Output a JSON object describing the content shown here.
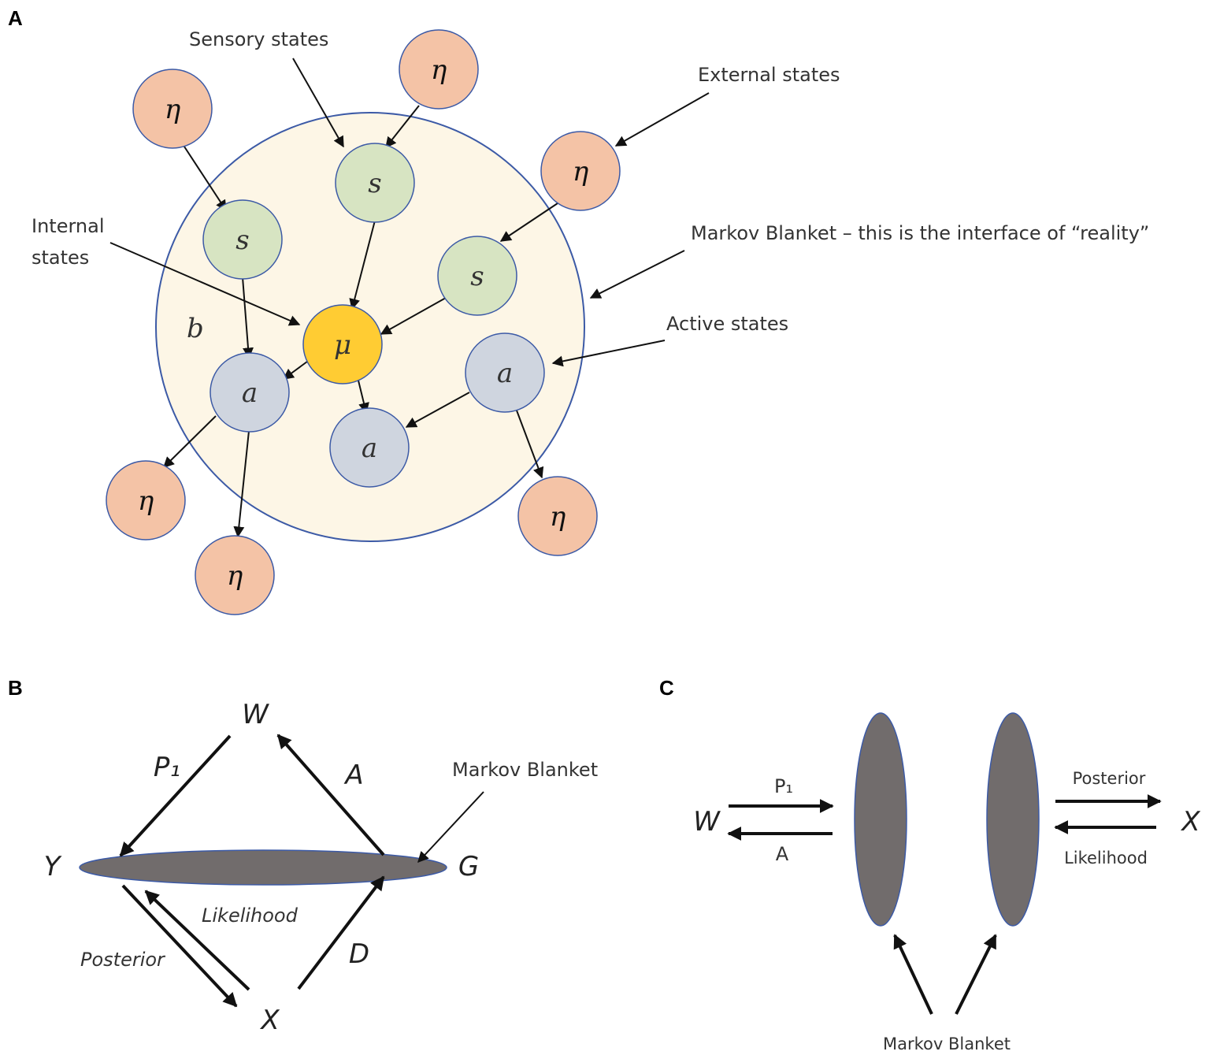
{
  "panels": {
    "a": "A",
    "b": "B",
    "c": "C"
  },
  "panel_a": {
    "labels": {
      "sensory": "Sensory states",
      "external": "External states",
      "internal_line1": "Internal",
      "internal_line2": "states",
      "blanket": "Markov Blanket – this is the interface of “reality”",
      "active": "Active states"
    },
    "symbols": {
      "eta": "η",
      "s": "s",
      "mu": "μ",
      "a": "a",
      "b": "b"
    },
    "colors": {
      "external": "#f4c3a6",
      "sensory": "#d7e4c2",
      "internal": "#ffcc33",
      "active": "#cfd5df",
      "blanket": "#fdf6e6",
      "outline": "#3c5aa6"
    }
  },
  "panel_b": {
    "nodes": {
      "w": "W",
      "y": "Y",
      "g": "G",
      "x": "X"
    },
    "edges": {
      "p1": "P₁",
      "a": "A",
      "d": "D",
      "likelihood": "Likelihood",
      "posterior": "Posterior"
    },
    "blanket_label": "Markov Blanket"
  },
  "panel_c": {
    "nodes": {
      "w": "W",
      "x": "X"
    },
    "edges": {
      "p1": "P₁",
      "a": "A",
      "posterior": "Posterior",
      "likelihood": "Likelihood"
    },
    "blanket_label": "Markov Blanket"
  }
}
